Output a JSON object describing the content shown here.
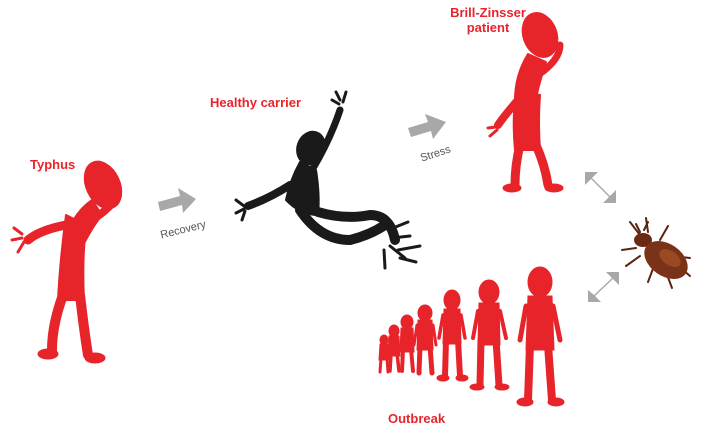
{
  "labels": {
    "typhus": "Typhus",
    "healthy_carrier": "Healthy carrier",
    "brill_zinsser_line1": "Brill-Zinsser",
    "brill_zinsser_line2": "patient",
    "outbreak": "Outbreak"
  },
  "arrows": {
    "recovery": "Recovery",
    "stress": "Stress"
  },
  "colors": {
    "figure_red": "#e8242b",
    "carrier_black": "#1a1a1a",
    "arrow_gray": "#a8a8a8",
    "label_red": "#e8242b",
    "louse_brown": "#7a3318"
  },
  "outbreak_figure_count": 7
}
